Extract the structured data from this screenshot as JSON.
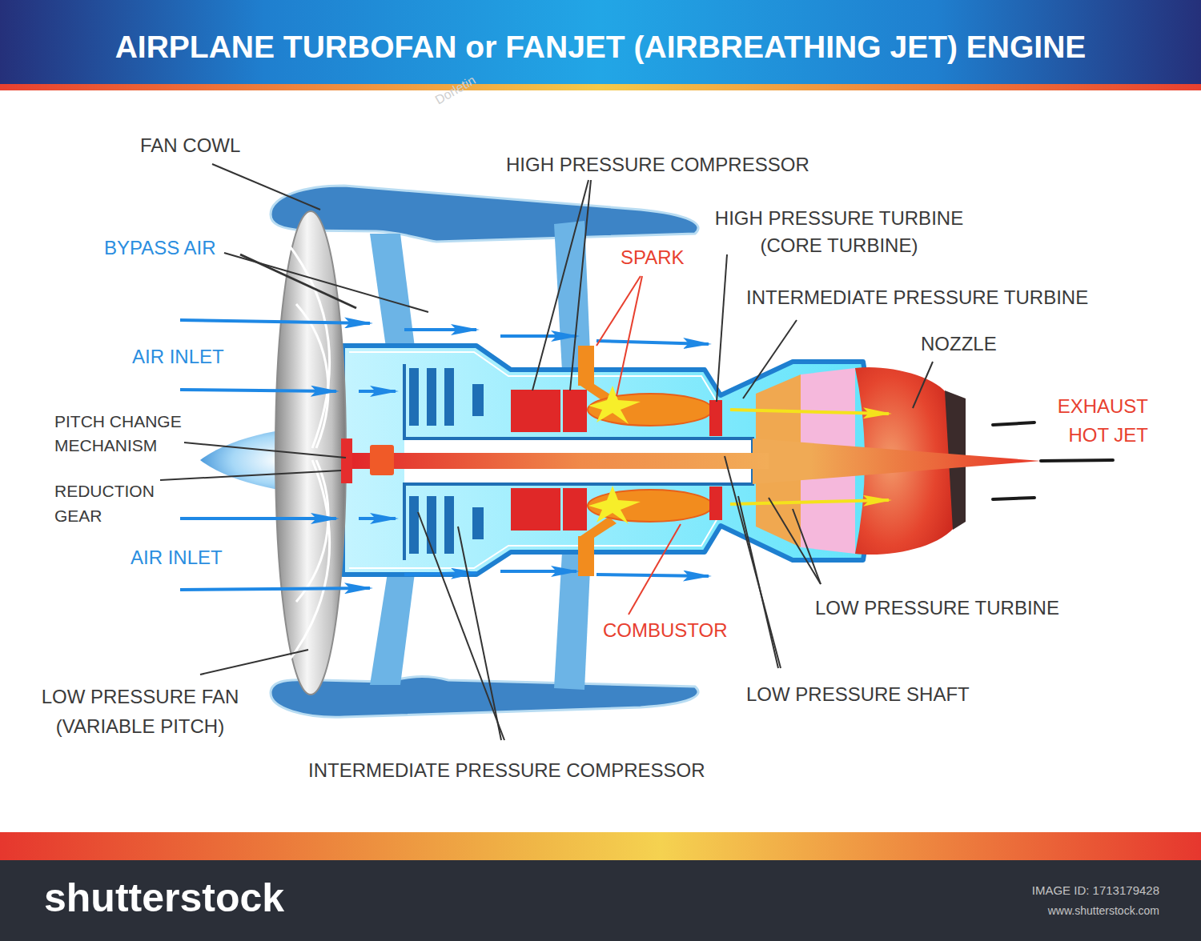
{
  "diagram": {
    "title": "AIRPLANE TURBOFAN or FANJET (AIRBREATHING JET) ENGINE",
    "labels": [
      "FAN COWL",
      "HIGH PRESSURE COMPRESSOR",
      "HIGH PRESSURE TURBINE (CORE TURBINE)",
      "SPARK",
      "INTERMEDIATE PRESSURE TURBINE",
      "NOZZLE",
      "EXHAUST HOT JET",
      "BYPASS AIR",
      "AIR INLET",
      "PITCH CHANGE MECHANISM",
      "REDUCTION GEAR",
      "AIR INLET",
      "LOW PRESSURE TURBINE",
      "COMBUSTOR",
      "LOW PRESSURE SHAFT",
      "LOW PRESSURE FAN (VARIABLE PITCH)",
      "INTERMEDIATE PRESSURE COMPRESSOR",
      "Dorletin",
      "shutterstock",
      "IMAGE ID: 1713179428",
      "www.shutterstock.com"
    ]
  }
}
